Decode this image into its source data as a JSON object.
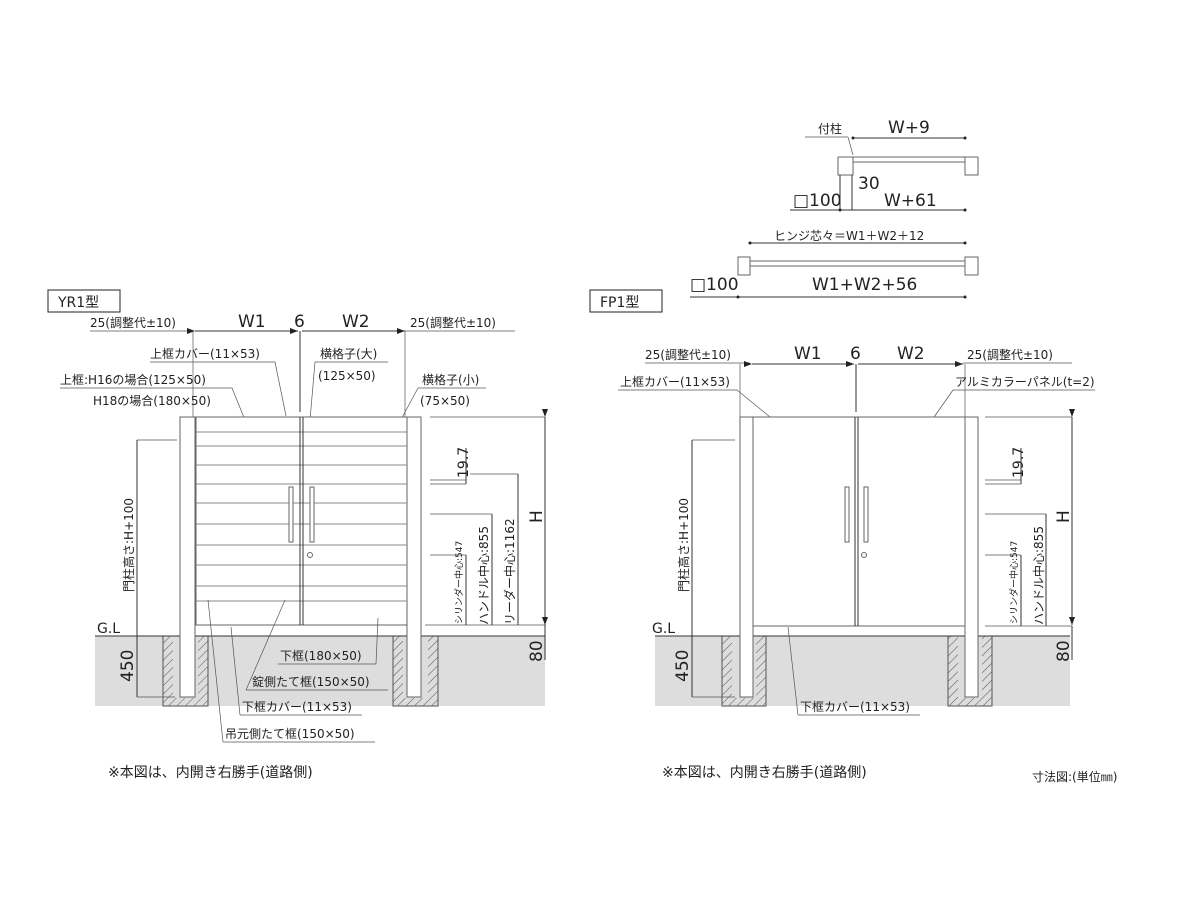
{
  "plan": {
    "single": {
      "post_label": "付柱",
      "w_top": "W+9",
      "gap": "30",
      "post_size": "□100",
      "w_bottom": "W+61"
    },
    "double": {
      "hinge_label": "ヒンジ芯々＝W1＋W2＋12",
      "post_size": "□100",
      "w_bottom": "W1+W2+56"
    }
  },
  "yr1": {
    "title": "YR1型",
    "adj_left": "25(調整代±10)",
    "adj_right": "25(調整代±10)",
    "w1": "W1",
    "gap": "6",
    "w2": "W2",
    "top_cover": "上框カバー(11×53)",
    "top_frame_h16": "上框:H16の場合(125×50)",
    "top_frame_h18": "H18の場合(180×50)",
    "rail_large": "横格子(大)",
    "rail_large_size": "(125×50)",
    "rail_small": "横格子(小)",
    "rail_small_size": "(75×50)",
    "post_height": "門柱高さ:H+100",
    "gl": "G.L",
    "depth": "450",
    "h": "H",
    "d197": "19.7",
    "d80": "80",
    "reader": "リーダー中心:1162",
    "handle": "ハンドル中心:855",
    "cylinder": "シリンダー中心:547",
    "bottom_frame": "下框(180×50)",
    "lock_stile": "錠側たて框(150×50)",
    "bottom_cover": "下框カバー(11×53)",
    "hinge_stile": "吊元側たて框(150×50)",
    "note": "※本図は、内開き右勝手(道路側)"
  },
  "fp1": {
    "title": "FP1型",
    "adj_left": "25(調整代±10)",
    "adj_right": "25(調整代±10)",
    "w1": "W1",
    "gap": "6",
    "w2": "W2",
    "top_cover": "上框カバー(11×53)",
    "panel": "アルミカラーパネル(t=2)",
    "post_height": "門柱高さ:H+100",
    "gl": "G.L",
    "depth": "450",
    "h": "H",
    "d197": "19.7",
    "d80": "80",
    "handle": "ハンドル中心:855",
    "cylinder": "シリンダー中心:547",
    "bottom_cover": "下框カバー(11×53)",
    "note": "※本図は、内開き右勝手(道路側)"
  },
  "unit_note": "寸法図:(単位㎜)"
}
